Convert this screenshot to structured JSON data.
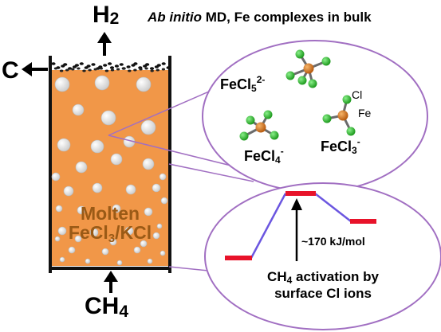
{
  "title": {
    "italic": "Ab initio",
    "rest": " MD, Fe complexes in bulk"
  },
  "labels": {
    "h2": "H",
    "h2_sub": "2",
    "carbon": "C",
    "ch4": "CH",
    "ch4_sub": "4",
    "molten_line1": "Molten",
    "molten_line2_a": "FeCl",
    "molten_line2_sub": "3",
    "molten_line2_b": "/KCl"
  },
  "complexes": {
    "fecl5": {
      "base": "FeCl",
      "sub": "5",
      "sup": "2-"
    },
    "fecl4": {
      "base": "FeCl",
      "sub": "4",
      "sup": "-"
    },
    "fecl3": {
      "base": "FeCl",
      "sub": "3",
      "sup": "-"
    },
    "atom_cl": "Cl",
    "atom_fe": "Fe"
  },
  "energy": {
    "barrier": "~170 kJ/mol",
    "activation_line1_a": "CH",
    "activation_line1_sub": "4",
    "activation_line1_b": " activation by",
    "activation_line2": "surface Cl ions"
  },
  "colors": {
    "melt": "#f19748",
    "melt_edge": "#111111",
    "bubble": "#ececec",
    "circle_stroke": "#a16fc2",
    "fe_atom": "#d9781c",
    "cl_atom": "#35c135",
    "energy_level": "#e8132a",
    "energy_line": "#6b56e0"
  }
}
